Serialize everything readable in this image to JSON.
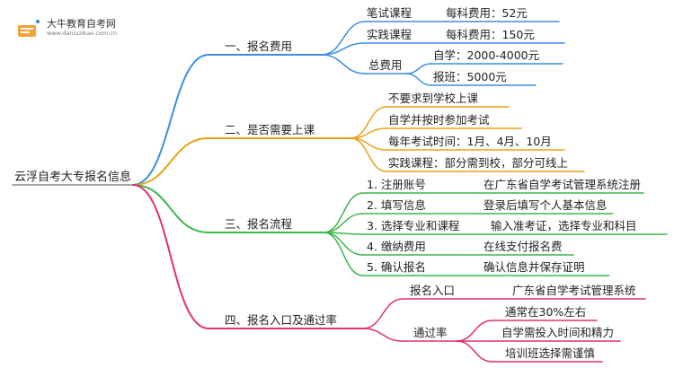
{
  "logo": {
    "title": "大牛教育自考网",
    "url": "www.daniuzikao.com.cn"
  },
  "colors": {
    "blue": "#3a8ee6",
    "orange": "#e8a317",
    "green": "#3db84b",
    "pink": "#e0306b"
  },
  "root": "云浮自考大专报名信息",
  "branches": {
    "b1": {
      "label": "一、报名费用",
      "c1": "笔试课程",
      "c1v": "每科费用：52元",
      "c2": "实践课程",
      "c2v": "每科费用：150元",
      "c3": "总费用",
      "c3a": "自学：2000-4000元",
      "c3b": "报班：5000元"
    },
    "b2": {
      "label": "二、是否需要上课",
      "items": [
        "不要求到学校上课",
        "自学并按时参加考试",
        "每年考试时间：1月、4月、10月",
        "实践课程：部分需到校，部分可线上"
      ]
    },
    "b3": {
      "label": "三、报名流程",
      "steps": [
        {
          "name": "1. 注册账号",
          "desc": "在广东省自学考试管理系统注册"
        },
        {
          "name": "2. 填写信息",
          "desc": "登录后填写个人基本信息"
        },
        {
          "name": "3. 选择专业和课程",
          "desc": "输入准考证，选择专业和科目"
        },
        {
          "name": "4. 缴纳费用",
          "desc": "在线支付报名费"
        },
        {
          "name": "5. 确认报名",
          "desc": "确认信息并保存证明"
        }
      ]
    },
    "b4": {
      "label": "四、报名入口及通过率",
      "entry": "报名入口",
      "entry_v": "广东省自学考试管理系统",
      "pass": "通过率",
      "pass_items": [
        "通常在30%左右",
        "自学需投入时间和精力",
        "培训班选择需谨慎"
      ]
    }
  }
}
